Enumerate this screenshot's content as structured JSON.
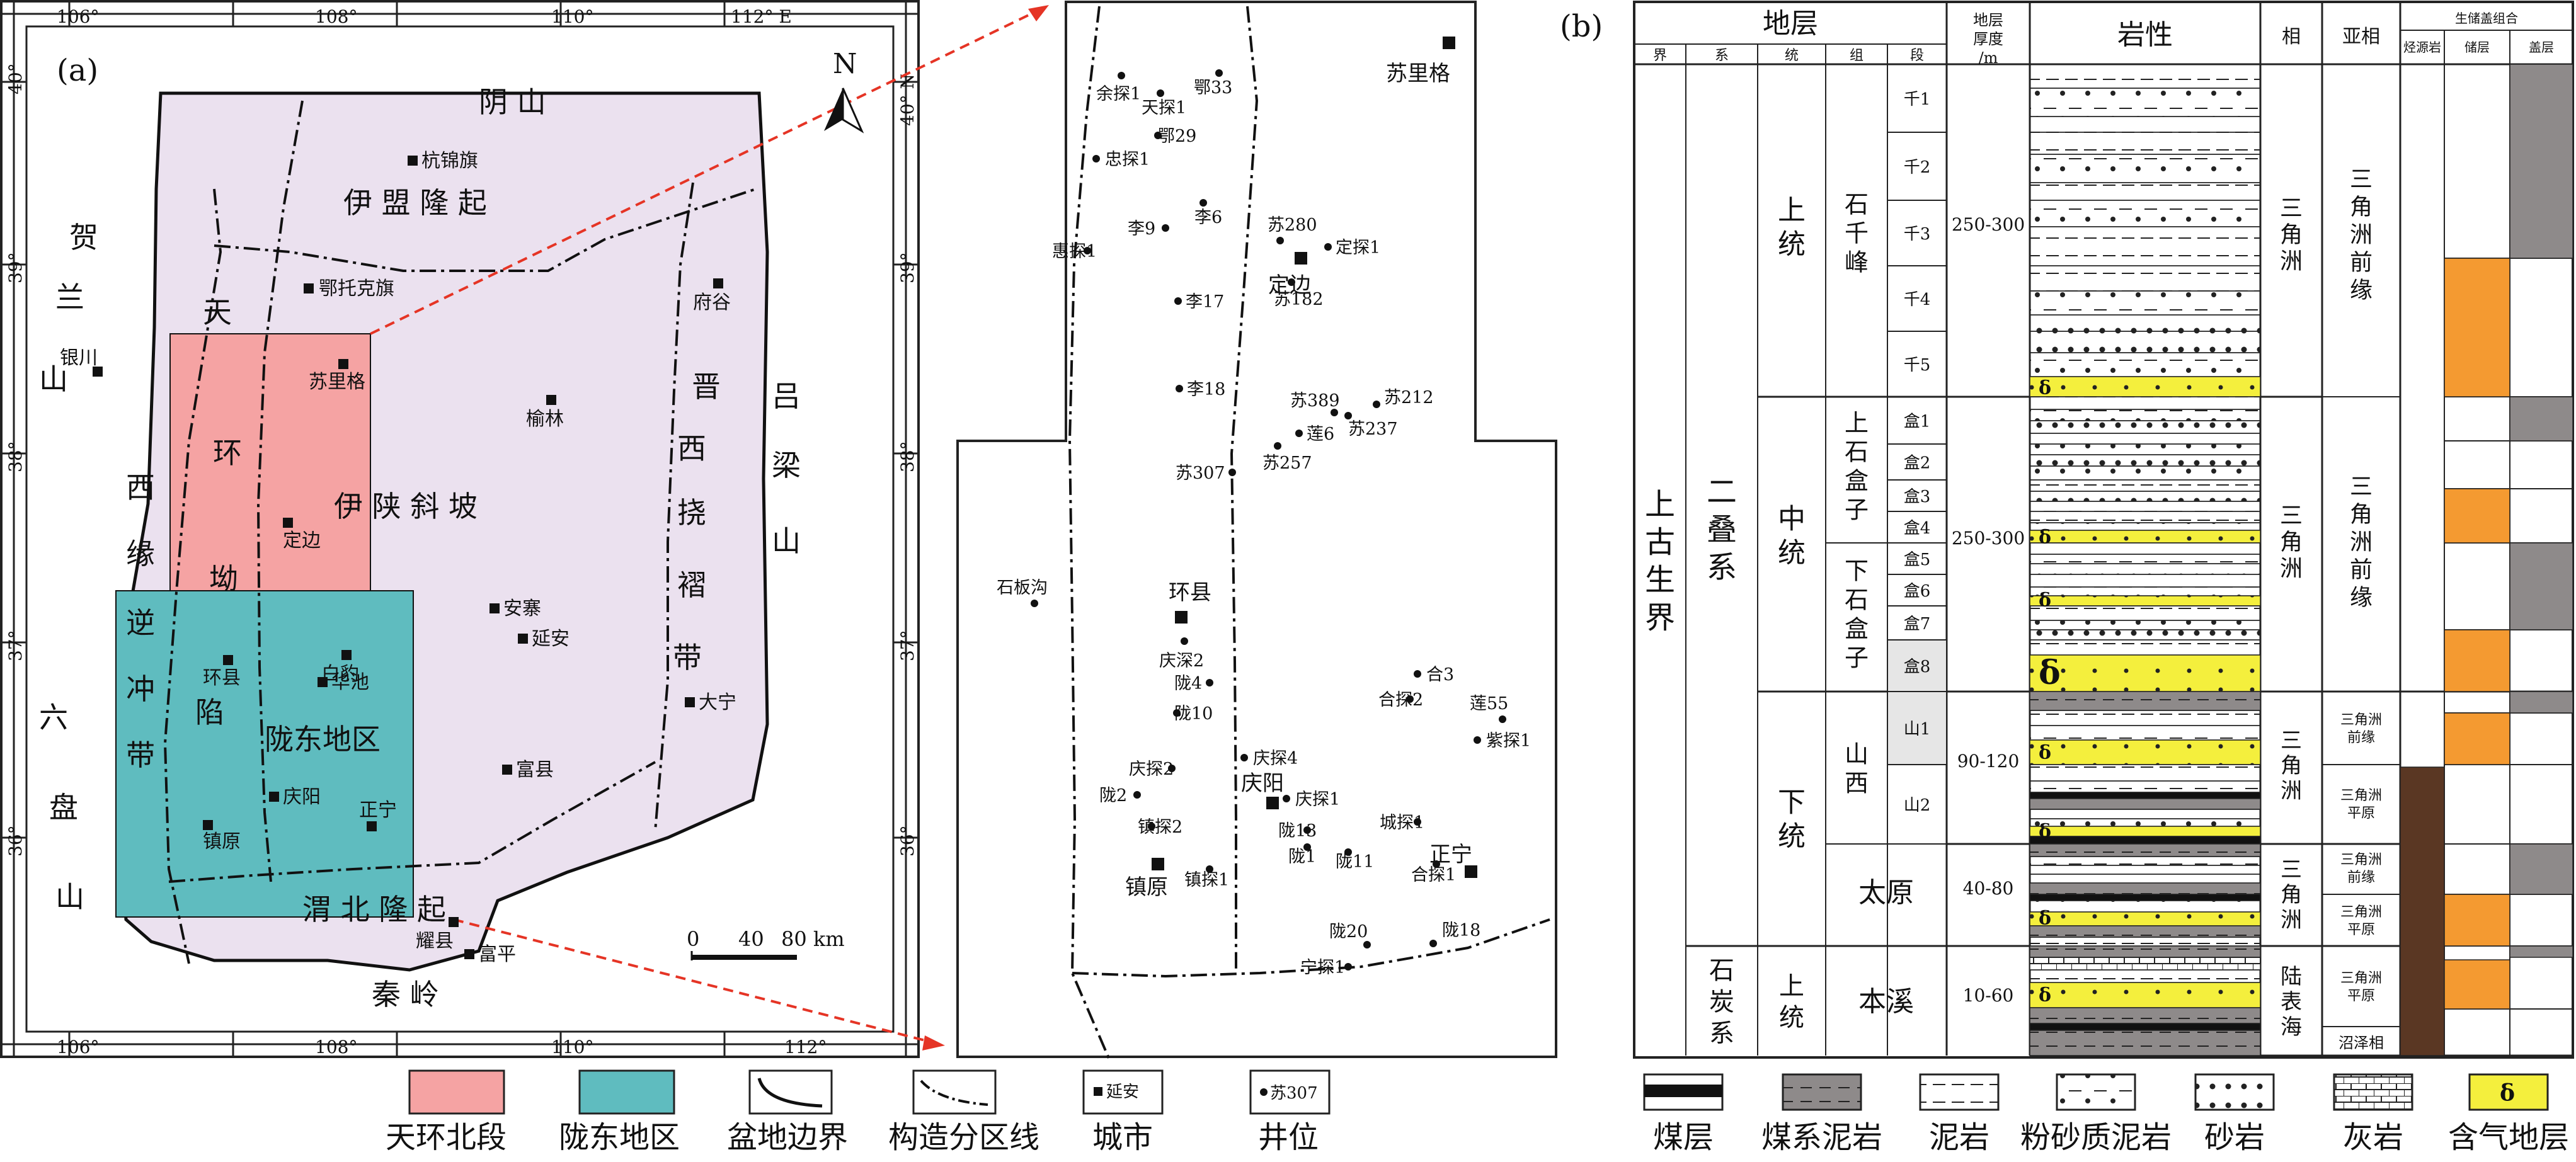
{
  "panel_a": {
    "label": "(a)",
    "lon_ticks": [
      "106°",
      "108°",
      "110°",
      "112° E"
    ],
    "lon_ticks_bottom": [
      "106°",
      "108°",
      "110°",
      "112°"
    ],
    "lat_ticks_left": [
      "40°",
      "39°",
      "38°",
      "37°",
      "36°"
    ],
    "lat_ticks_right": [
      "40° N",
      "39°",
      "38°",
      "37°",
      "36°"
    ],
    "north": "N",
    "regions": [
      "阴  山",
      "伊 盟 隆 起",
      "天",
      "环",
      "坳",
      "陷",
      "伊 陕 斜 坡",
      "晋",
      "西",
      "挠",
      "褶",
      "带",
      "吕",
      "梁",
      "山",
      "贺",
      "兰",
      "山",
      "西",
      "缘",
      "逆",
      "冲",
      "带",
      "六",
      "盘",
      "山",
      "渭 北 隆 起",
      "秦 岭",
      "陇东地区"
    ],
    "cities": [
      "杭锦旗",
      "鄂托克旗",
      "银川",
      "苏里格",
      "府谷",
      "榆林",
      "定边",
      "安寨",
      "延安",
      "白豹",
      "华池",
      "环县",
      "大宁",
      "富县",
      "庆阳",
      "正宁",
      "镇原",
      "耀县",
      "富平"
    ],
    "scale": {
      "zero": "0",
      "mid": "40",
      "end": "80 km"
    }
  },
  "panel_mid": {
    "wells": [
      "余探1",
      "天探1",
      "鄂33",
      "鄂29",
      "忠探1",
      "李6",
      "李9",
      "惠探1",
      "苏280",
      "定探1",
      "李17",
      "苏182",
      "李18",
      "苏389",
      "苏212",
      "苏237",
      "莲6",
      "苏257",
      "苏307",
      "石板沟",
      "庆深2",
      "陇4",
      "陇10",
      "庆探4",
      "庆探2",
      "陇2",
      "镇探2",
      "镇探1",
      "庆探1",
      "陇13",
      "陇1",
      "陇11",
      "城探1",
      "合3",
      "合探2",
      "莲55",
      "紫探1",
      "合探1",
      "陇20",
      "宁探1",
      "陇18"
    ],
    "cities": [
      "苏里格",
      "定边",
      "环县",
      "庆阳",
      "镇原",
      "正宁"
    ]
  },
  "panel_b": {
    "label": "(b)",
    "headers": {
      "strata": "地层",
      "jie": "界",
      "xi": "系",
      "tong": "统",
      "zu": "组",
      "duan": "段",
      "thickness": "地层厚度/m",
      "lith": "岩性",
      "facies": "相",
      "subfacies": "亚相",
      "sys": "生储盖组合",
      "source": "烃源岩",
      "reservoir": "储层",
      "cap": "盖层"
    },
    "jie": "上古生界",
    "xi": [
      "二叠系",
      "石炭系"
    ],
    "tong": [
      "上统",
      "中统",
      "下统",
      "上统"
    ],
    "zu": [
      "石千峰",
      "上石盒子",
      "下石盒子",
      "山西",
      "太原",
      "本溪"
    ],
    "duan": [
      "千1",
      "千2",
      "千3",
      "千4",
      "千5",
      "盒1",
      "盒2",
      "盒3",
      "盒4",
      "盒5",
      "盒6",
      "盒7",
      "盒8",
      "山1",
      "山2"
    ],
    "thickness": [
      "250-300",
      "250-300",
      "90-120",
      "40-80",
      "10-60"
    ],
    "facies": [
      "三角洲",
      "三角洲",
      "三角洲",
      "三角洲",
      "陆表海"
    ],
    "subfacies": [
      "三角洲前缘",
      "三角洲前缘",
      "三角洲前缘",
      "三角洲平原",
      "三角洲前缘",
      "三角洲平原",
      "三角洲平原",
      "沼泽相"
    ]
  },
  "legend": [
    {
      "label": "天环北段",
      "color": "#f5a3a3"
    },
    {
      "label": "陇东地区",
      "color": "#5fbcbf"
    },
    {
      "label": "盆地边界"
    },
    {
      "label": "构造分区线"
    },
    {
      "label": "城市",
      "sample": "延安"
    },
    {
      "label": "井位",
      "sample": "苏307"
    },
    {
      "label": "煤层"
    },
    {
      "label": "煤系泥岩"
    },
    {
      "label": "泥岩"
    },
    {
      "label": "粉砂质泥岩"
    },
    {
      "label": "砂岩"
    },
    {
      "label": "灰岩"
    },
    {
      "label": "含气地层",
      "symbol": "δ"
    }
  ]
}
